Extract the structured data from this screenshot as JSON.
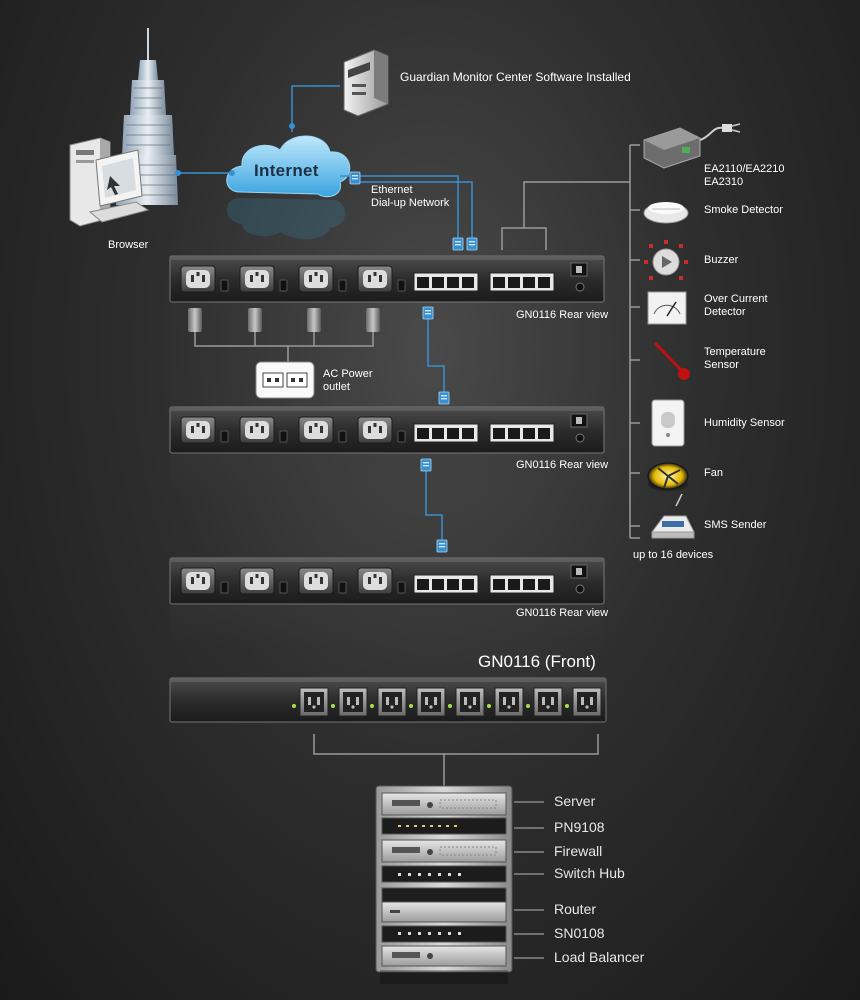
{
  "software_label": "Guardian Monitor Center Software Installed",
  "internet_label": "Internet",
  "browser_label": "Browser",
  "network_label": "Ethernet\nDial-up Network",
  "ac_outlet_label": "AC Power\noutlet",
  "rear_view_label": "GN0116 Rear view",
  "front_title": "GN0116 (Front)",
  "devices_footer": "up to 16 devices",
  "sensors": [
    {
      "label": "EA2110/EA2210\nEA2310",
      "icon": "ea-adapter-icon"
    },
    {
      "label": "Smoke Detector",
      "icon": "smoke-detector-icon"
    },
    {
      "label": "Buzzer",
      "icon": "buzzer-icon"
    },
    {
      "label": "Over Current\nDetector",
      "icon": "over-current-detector-icon"
    },
    {
      "label": "Temperature\nSensor",
      "icon": "temperature-sensor-icon"
    },
    {
      "label": "Humidity Sensor",
      "icon": "humidity-sensor-icon"
    },
    {
      "label": "Fan",
      "icon": "fan-icon"
    },
    {
      "label": "SMS Sender",
      "icon": "sms-sender-icon"
    }
  ],
  "rack_devices": [
    "Server",
    "PN9108",
    "Firewall",
    "Switch Hub",
    "Router",
    "SN0108",
    "Load Balancer"
  ],
  "colors": {
    "connector_blue": "#3a8fd0",
    "cloud": "#6fc3ef",
    "indicator_green": "#a8e04a",
    "thermometer_red": "#c01010"
  }
}
